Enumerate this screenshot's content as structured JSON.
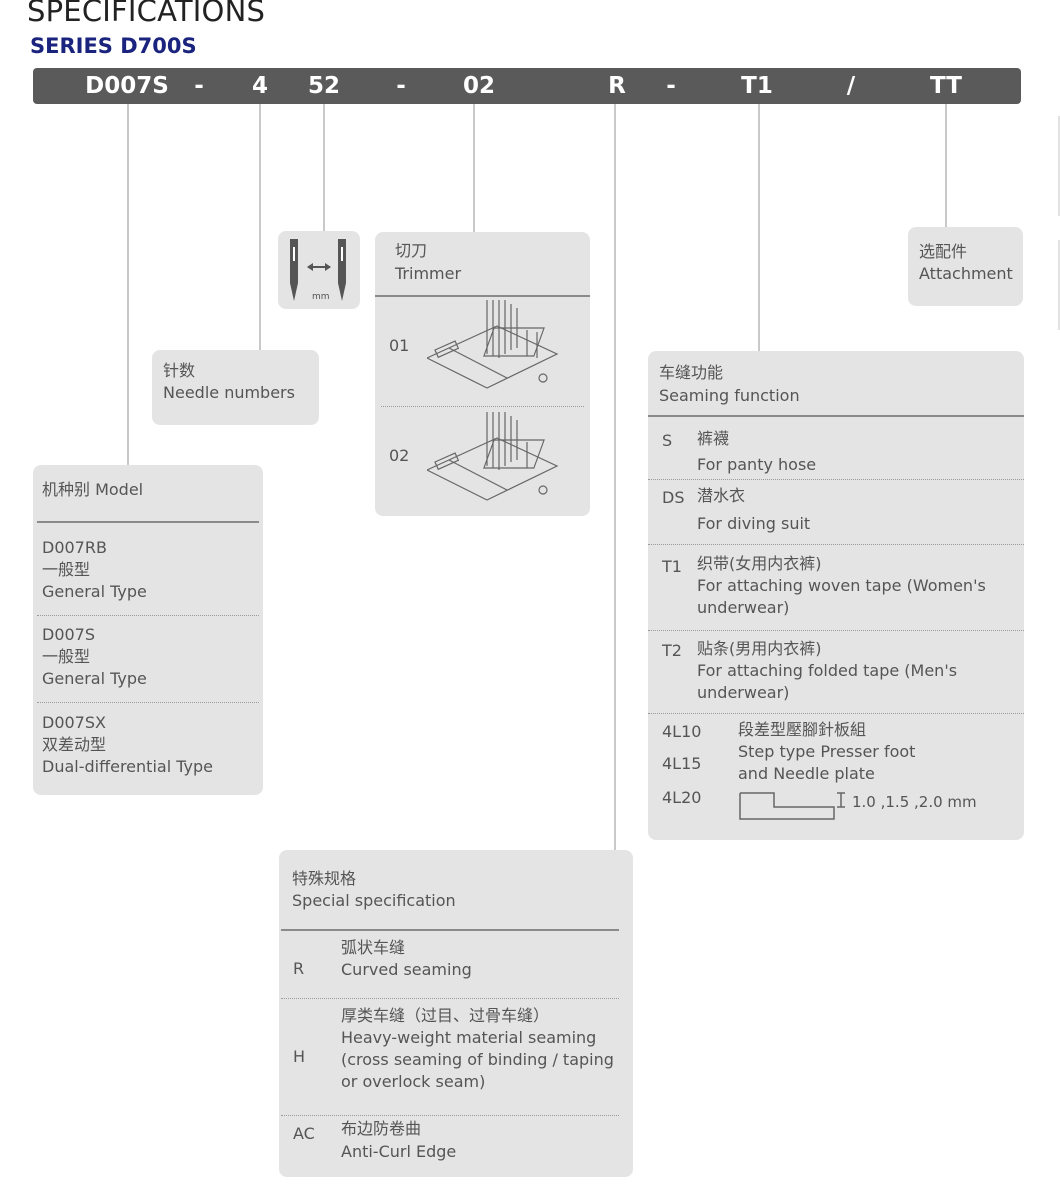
{
  "header": {
    "title": "SPECIFICATIONS",
    "series": "SERIES D700S"
  },
  "code_bar": {
    "segments": [
      "D007S",
      "-",
      "4",
      "52",
      "-",
      "02",
      "R",
      "-",
      "T1",
      "/",
      "TT"
    ]
  },
  "gauge_box": {
    "unit": "mm"
  },
  "trimmer": {
    "label_cn": "切刀",
    "label_en": "Trimmer",
    "options": [
      "01",
      "02"
    ]
  },
  "attachment": {
    "label_cn": "选配件",
    "label_en": "Attachment"
  },
  "needle": {
    "label_cn": "针数",
    "label_en": "Needle numbers"
  },
  "model": {
    "label": "机种别 Model",
    "items": [
      {
        "code": "D007RB",
        "cn": "一般型",
        "en": "General Type"
      },
      {
        "code": "D007S",
        "cn": "一般型",
        "en": "General Type"
      },
      {
        "code": "D007SX",
        "cn": "双差动型",
        "en": "Dual-differential Type"
      }
    ]
  },
  "seaming": {
    "label_cn": "车缝功能",
    "label_en": "Seaming function",
    "items": [
      {
        "code": "S",
        "cn": "裤襪",
        "en1": "For panty hose",
        "en2": ""
      },
      {
        "code": "DS",
        "cn": "潜水衣",
        "en1": "For diving suit",
        "en2": ""
      },
      {
        "code": "T1",
        "cn": "织带(女用内衣裤)",
        "en1": "For attaching woven tape (Women's",
        "en2": "underwear)"
      },
      {
        "code": "T2",
        "cn": "贴条(男用内衣裤)",
        "en1": "For attaching folded tape (Men's",
        "en2": "underwear)"
      }
    ],
    "step": {
      "codes": [
        "4L10",
        "4L15",
        "4L20"
      ],
      "cn": "段差型壓腳針板組",
      "en1": "Step type Presser foot",
      "en2": "and Needle plate",
      "dims": "1.0 ,1.5 ,2.0 mm"
    }
  },
  "special": {
    "label_cn": "特殊规格",
    "label_en": "Special specification",
    "items": [
      {
        "code": "R",
        "cn": "弧状车缝",
        "lines": [
          "Curved seaming"
        ]
      },
      {
        "code": "H",
        "cn": "厚类车缝（过目、过骨车缝）",
        "lines": [
          "Heavy-weight material seaming",
          "(cross seaming of binding / taping",
          "or overlock seam)"
        ]
      },
      {
        "code": "AC",
        "cn": "布边防卷曲",
        "lines": [
          "Anti-Curl Edge"
        ]
      }
    ]
  },
  "colors": {
    "bar": "#5a5a5a",
    "box": "#e4e4e4",
    "heading": "#222222",
    "series": "#1a237e"
  }
}
